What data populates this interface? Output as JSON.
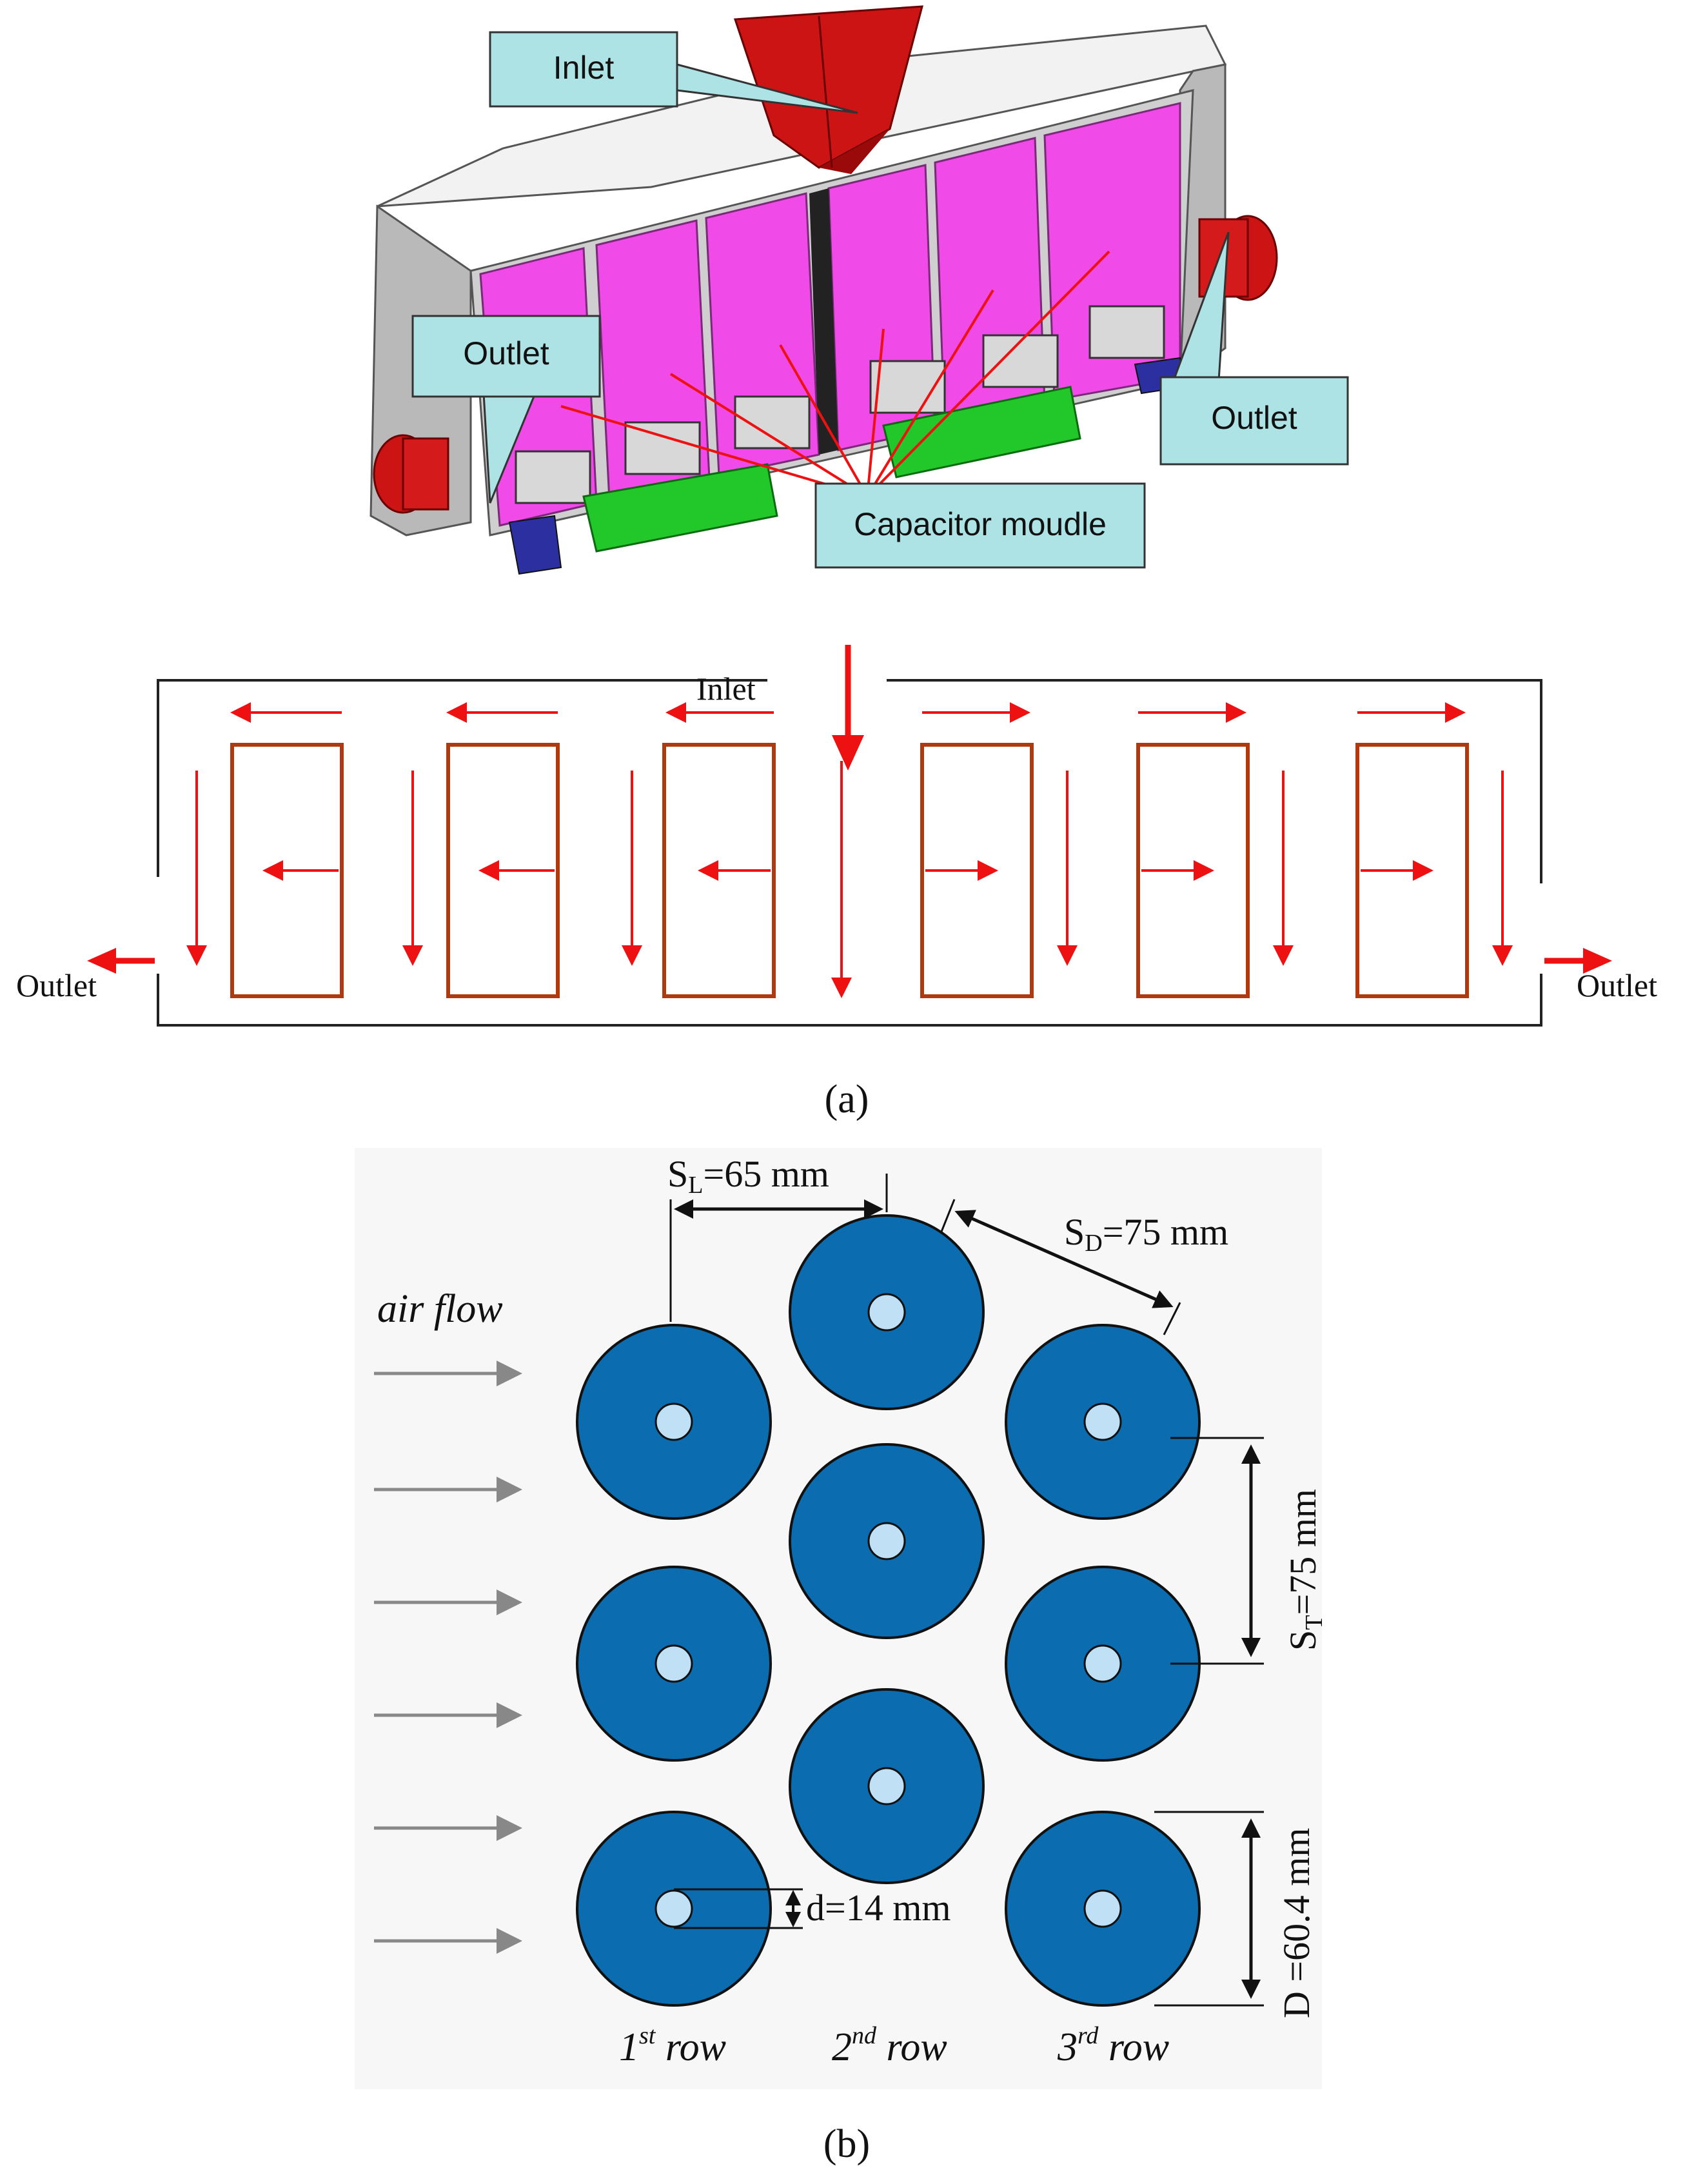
{
  "panel_a": {
    "callouts": {
      "inlet": "Inlet",
      "outlet_left": "Outlet",
      "outlet_right": "Outlet",
      "capacitor": "Capacitor moudle"
    },
    "schematic": {
      "inlet": "Inlet",
      "outlet_left": "Outlet",
      "outlet_right": "Outlet"
    },
    "caption": "(a)",
    "colors": {
      "panel": "#f04ae8",
      "frame": "#d2d2d2",
      "inlet_funnel": "#cc1414",
      "base_green": "#22c82a",
      "callout_fill": "#aee3e6",
      "arrow": "#ee1111",
      "module_outline": "#b03a10"
    }
  },
  "panel_b": {
    "sl_label": "S",
    "sl_sub": "L",
    "sl_value": "=65 mm",
    "sd_label": "S",
    "sd_sub": "D",
    "sd_value": "=75 mm",
    "st_label": "S",
    "st_sub": "T",
    "st_value": "=75 mm",
    "d_small": "d=14  mm",
    "d_big": "D =60.4 mm",
    "air_flow": "air flow",
    "row_labels": [
      {
        "num": "1",
        "sup": "st",
        "word": " row"
      },
      {
        "num": "2",
        "sup": "nd",
        "word": " row"
      },
      {
        "num": "3",
        "sup": "rd",
        "word": " row"
      }
    ],
    "caption": "(b)",
    "colors": {
      "tube": "#0b6cb0",
      "core": "#bfe0f5",
      "arrow": "#888888",
      "background": "#f7f7f7"
    }
  }
}
